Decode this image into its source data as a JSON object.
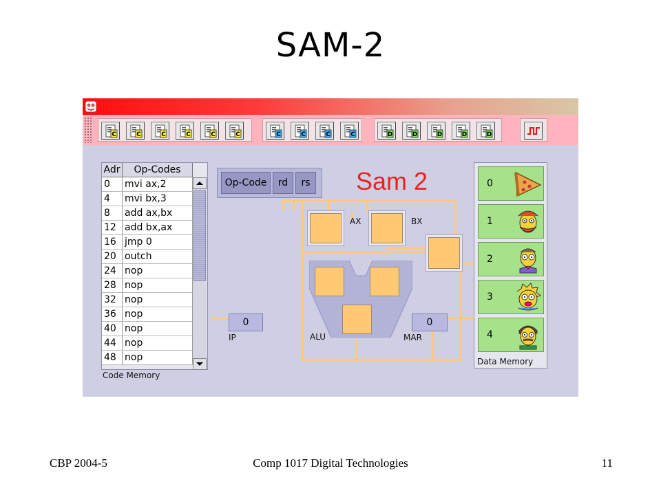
{
  "slide": {
    "title": "SAM-2",
    "footer_left": "CBP 2004-5",
    "footer_center": "Comp 1017  Digital Technologies",
    "footer_right": "11"
  },
  "toolbar": {
    "groups": [
      {
        "kind": "code",
        "letter": "C",
        "count": 6
      },
      {
        "kind": "code-blue",
        "letter": "C",
        "count": 4
      },
      {
        "kind": "data",
        "letter": "D",
        "count": 5
      },
      {
        "kind": "clock",
        "count": 1
      }
    ]
  },
  "code_memory": {
    "header_adr": "Adr",
    "header_op": "Op-Codes",
    "label": "Code Memory",
    "rows": [
      {
        "adr": "0",
        "op": "mvi ax,2"
      },
      {
        "adr": "4",
        "op": "mvi bx,3"
      },
      {
        "adr": "8",
        "op": "add ax,bx"
      },
      {
        "adr": "12",
        "op": "add bx,ax"
      },
      {
        "adr": "16",
        "op": "jmp 0"
      },
      {
        "adr": "20",
        "op": "outch"
      },
      {
        "adr": "24",
        "op": "nop"
      },
      {
        "adr": "28",
        "op": "nop"
      },
      {
        "adr": "32",
        "op": "nop"
      },
      {
        "adr": "36",
        "op": "nop"
      },
      {
        "adr": "40",
        "op": "nop"
      },
      {
        "adr": "44",
        "op": "nop"
      },
      {
        "adr": "48",
        "op": "nop"
      }
    ]
  },
  "opcode_register": {
    "op_code": "Op-Code",
    "rd": "rd",
    "rs": "rs"
  },
  "cpu": {
    "title": "Sam 2",
    "ax_label": "AX",
    "bx_label": "BX",
    "alu_label": "ALU",
    "ip_label": "IP",
    "ip_value": "0",
    "mar_label": "MAR",
    "mar_value": "0"
  },
  "data_memory": {
    "label": "Data Memory",
    "cells": [
      {
        "index": "0",
        "icon": "pizza-slice-icon"
      },
      {
        "index": "1",
        "icon": "groundskeeper-face-icon"
      },
      {
        "index": "2",
        "icon": "smithers-face-icon"
      },
      {
        "index": "3",
        "icon": "maggie-face-icon"
      },
      {
        "index": "4",
        "icon": "flanders-face-icon"
      }
    ]
  },
  "colors": {
    "register": "#ffc873",
    "wire": "#ffc87a",
    "data_cell": "#a6e28a",
    "title_red": "#ee2222"
  }
}
